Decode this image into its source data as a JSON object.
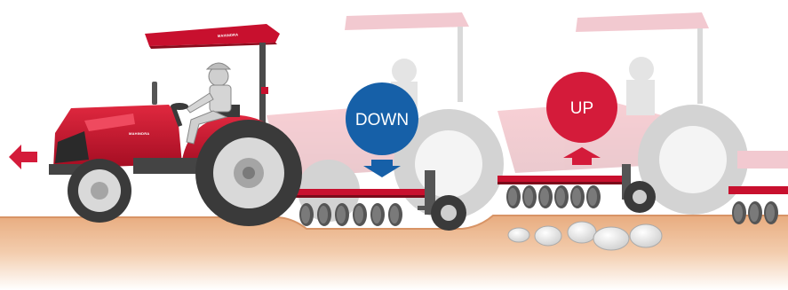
{
  "labels": {
    "down": "DOWN",
    "up": "UP",
    "brand": "MAHINDRA"
  },
  "colors": {
    "tractor_red": "#c8102e",
    "down_badge": "#1660a8",
    "up_badge": "#d41b3a",
    "soil": "#eab38a",
    "soil_light": "#f4d3b7",
    "tire": "#3a3a3a",
    "rock": "#f0f0f0"
  },
  "icons": {
    "direction": "arrow-left-icon",
    "lower": "arrow-down-icon",
    "raise": "arrow-up-icon"
  }
}
